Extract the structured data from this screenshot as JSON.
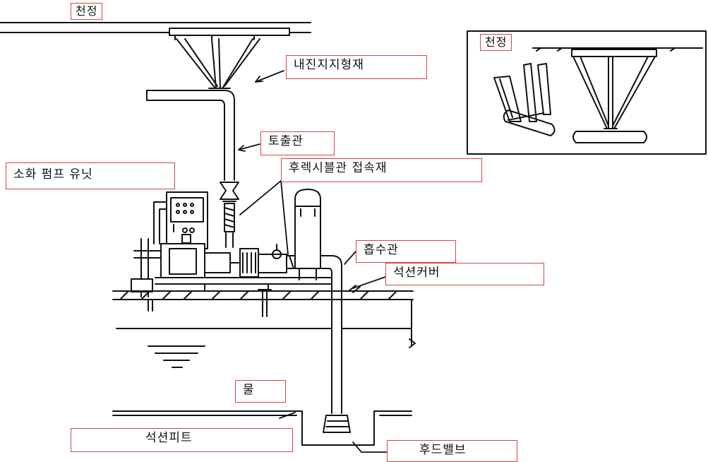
{
  "labels": {
    "ceiling_top": "천정",
    "seismic_brace": "내진지지형재",
    "discharge_pipe": "토출관",
    "pump_unit": "소화 펌프 유닛",
    "flexible_joint": "후렉시블관 접속재",
    "ceiling_inset": "천정",
    "suction_pipe": "흡수관",
    "suction_cover": "석션커버",
    "water": "물",
    "suction_pit": "석션피트",
    "foot_valve": "후드밸브"
  },
  "colors": {
    "label_border": "#d64545",
    "line": "#111111"
  }
}
